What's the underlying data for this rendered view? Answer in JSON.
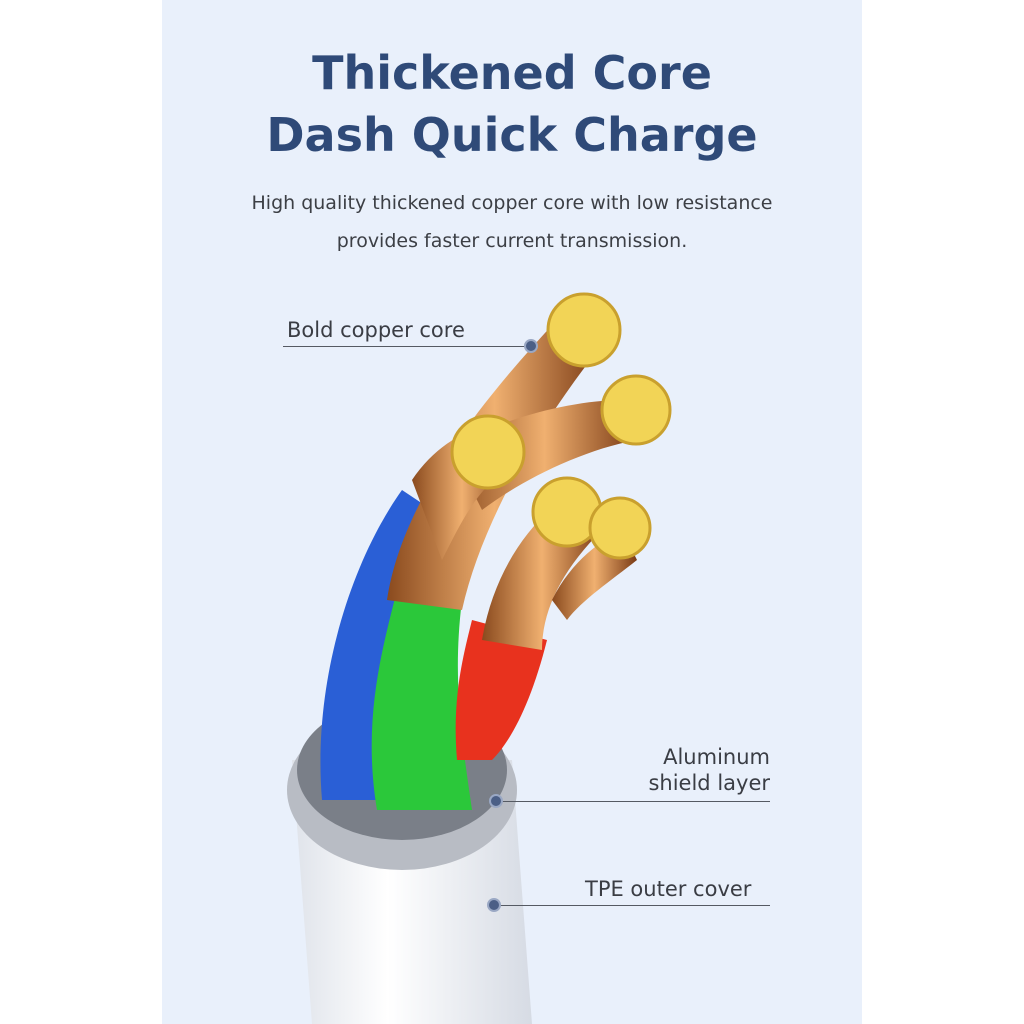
{
  "title": {
    "line1": "Thickened Core",
    "line2": "Dash Quick Charge"
  },
  "subtitle": {
    "line1": "High quality thickened copper core with low resistance",
    "line2": "provides faster current transmission."
  },
  "callouts": {
    "copper": "Bold copper core",
    "aluminum_line1": "Aluminum",
    "aluminum_line2": "shield layer",
    "tpe": "TPE outer cover"
  },
  "colors": {
    "background": "#e9f0fb",
    "title": "#2f4a78"
  }
}
